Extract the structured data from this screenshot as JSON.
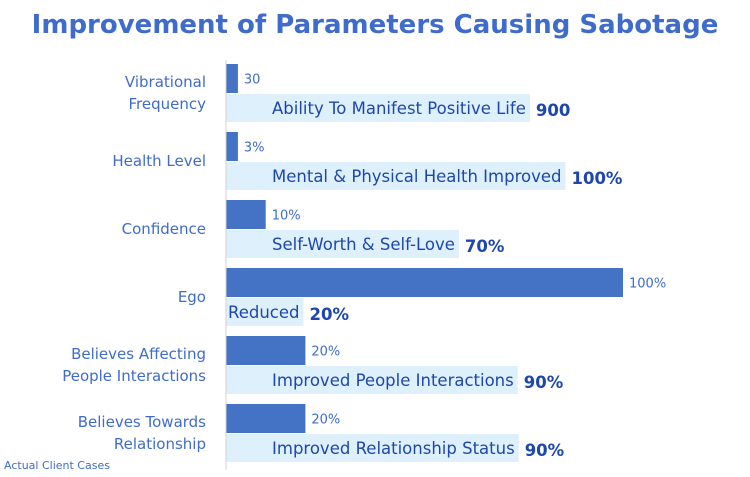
{
  "chart_data": {
    "type": "bar",
    "title": "Improvement of Parameters Causing Sabotage",
    "categories": [
      [
        "Vibrational",
        "Frequency"
      ],
      [
        "Health Level"
      ],
      [
        "Confidence"
      ],
      [
        "Ego"
      ],
      [
        "Believes Affecting",
        "People Interactions"
      ],
      [
        "Believes Towards",
        "Relationship"
      ]
    ],
    "before": {
      "values": [
        3,
        3,
        10,
        100,
        20,
        20
      ],
      "labels": [
        "30",
        "3%",
        "10%",
        "100%",
        "20%",
        "20%"
      ],
      "xlim": [
        0,
        100
      ]
    },
    "after": {
      "texts": [
        "Ability To Manifest Positive Life",
        "Mental & Physical Health Improved",
        "Self-Worth & Self-Love",
        "Reduced",
        "Improved People Interactions",
        "Improved Relationship Status"
      ],
      "labels": [
        "900",
        "100%",
        "70%",
        "20%",
        "90%",
        "90%"
      ]
    },
    "colors": {
      "before": "#4472c4",
      "after": "#ddf0fc",
      "title": "#3f6ccc",
      "text": "#1d47ad"
    }
  },
  "footnote": "Actual Client Cases"
}
